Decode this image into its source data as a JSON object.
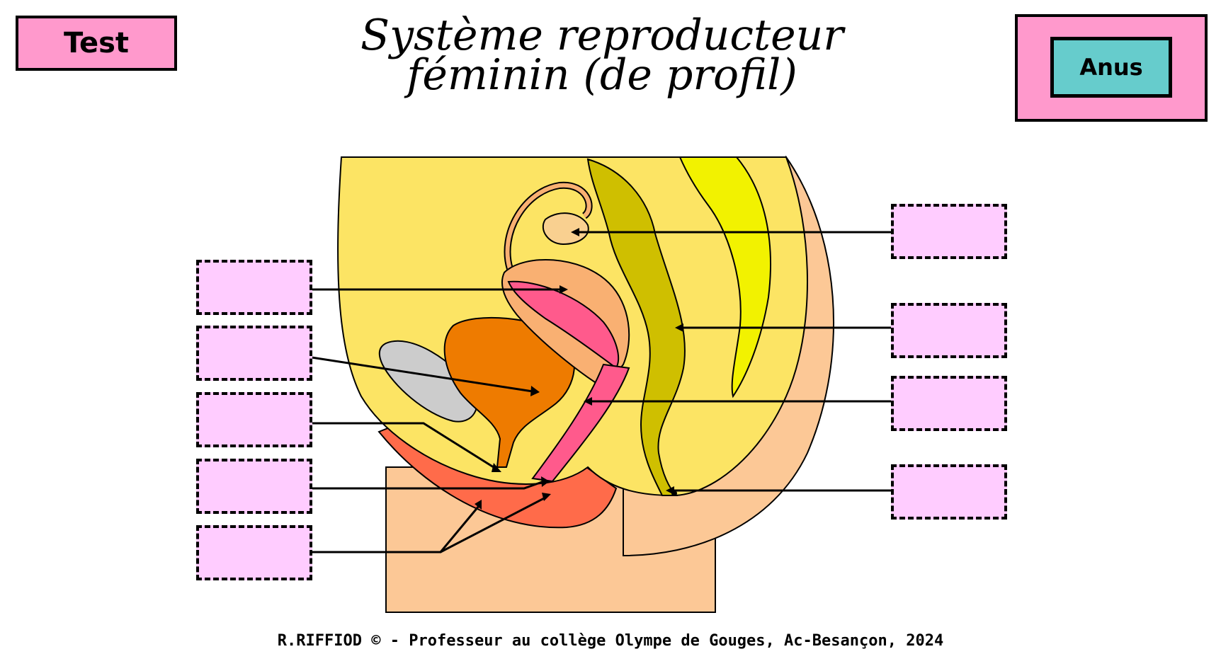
{
  "header": {
    "test_label": "Test",
    "title_line1": "Système reproducteur",
    "title_line2": "féminin (de profil)"
  },
  "answer_panel": {
    "label": "Anus"
  },
  "label_boxes": {
    "left_count": 5,
    "right_count": 4
  },
  "colors": {
    "button_pink": "#ff99cc",
    "answer_teal": "#66cccc",
    "drop_box": "#ffccff",
    "abdomen": "#fce464",
    "skin": "#fcc896",
    "bladder": "#ee7b00",
    "uterus_wall": "#f9b072",
    "uterus_lining": "#ff5a8c",
    "rectum": "#cfbf00",
    "spine": "#f2f200",
    "vulva": "#ff6b4a"
  },
  "footer": {
    "credit": "R.RIFFIOD © - Professeur au collège Olympe de Gouges, Ac-Besançon, 2024"
  }
}
